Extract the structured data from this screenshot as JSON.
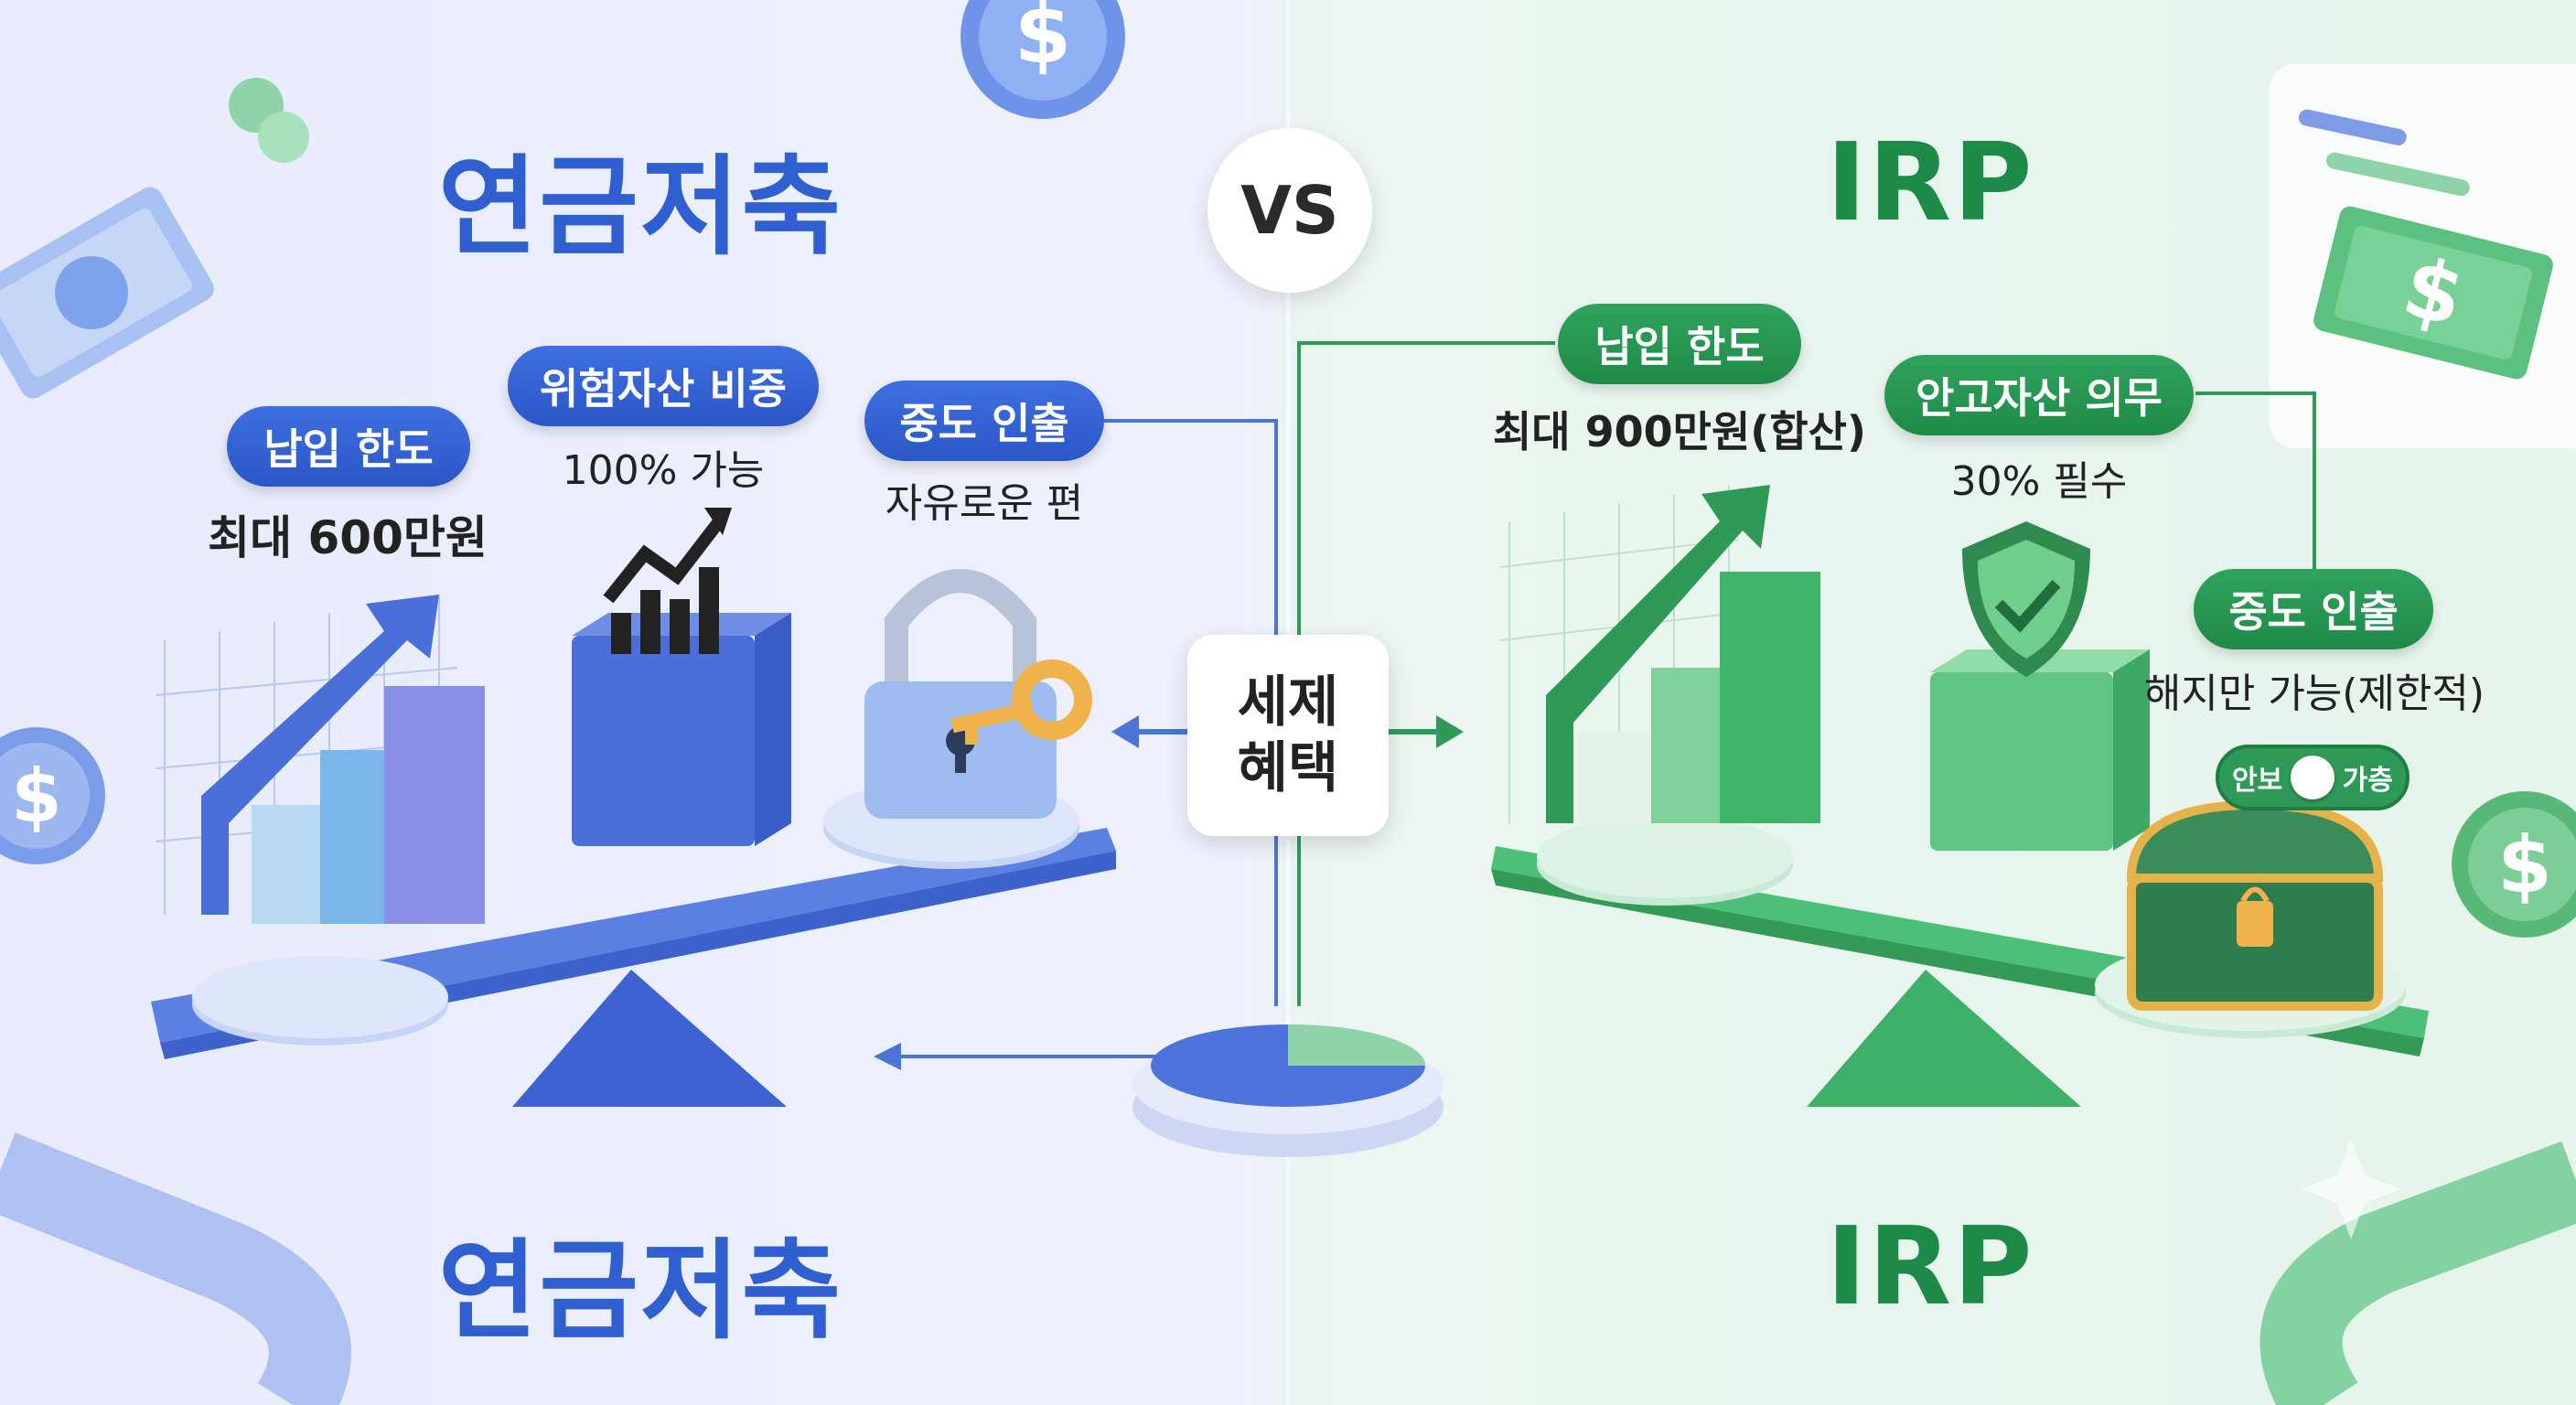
{
  "vs_label": "VS",
  "center_label_line1": "세제",
  "center_label_line2": "혜택",
  "left": {
    "title_top": "연금저축",
    "title_bottom": "연금저축",
    "items": [
      {
        "pill": "납입 한도",
        "caption": "최대 600만원"
      },
      {
        "pill": "위험자산 비중",
        "caption": "100% 가능"
      },
      {
        "pill": "중도 인출",
        "caption": "자유로운 편"
      }
    ]
  },
  "right": {
    "title_top": "IRP",
    "title_bottom": "IRP",
    "items": [
      {
        "pill": "납입 한도",
        "caption": "최대 900만원(합산)"
      },
      {
        "pill": "안고자산 의무",
        "caption": "30% 필수"
      },
      {
        "pill": "중도 인출",
        "caption": "해지만 가능(제한적)"
      }
    ],
    "toggle": {
      "left_label": "안보",
      "right_label": "가층"
    }
  },
  "colors": {
    "blue": "#2f5fd0",
    "green": "#1d8a48"
  },
  "icons": [
    "dollar-coin-icon",
    "banknote-icon",
    "bar-chart-icon",
    "stock-trend-icon",
    "padlock-icon",
    "key-icon",
    "shield-check-icon",
    "treasure-chest-icon",
    "seesaw-icon"
  ]
}
